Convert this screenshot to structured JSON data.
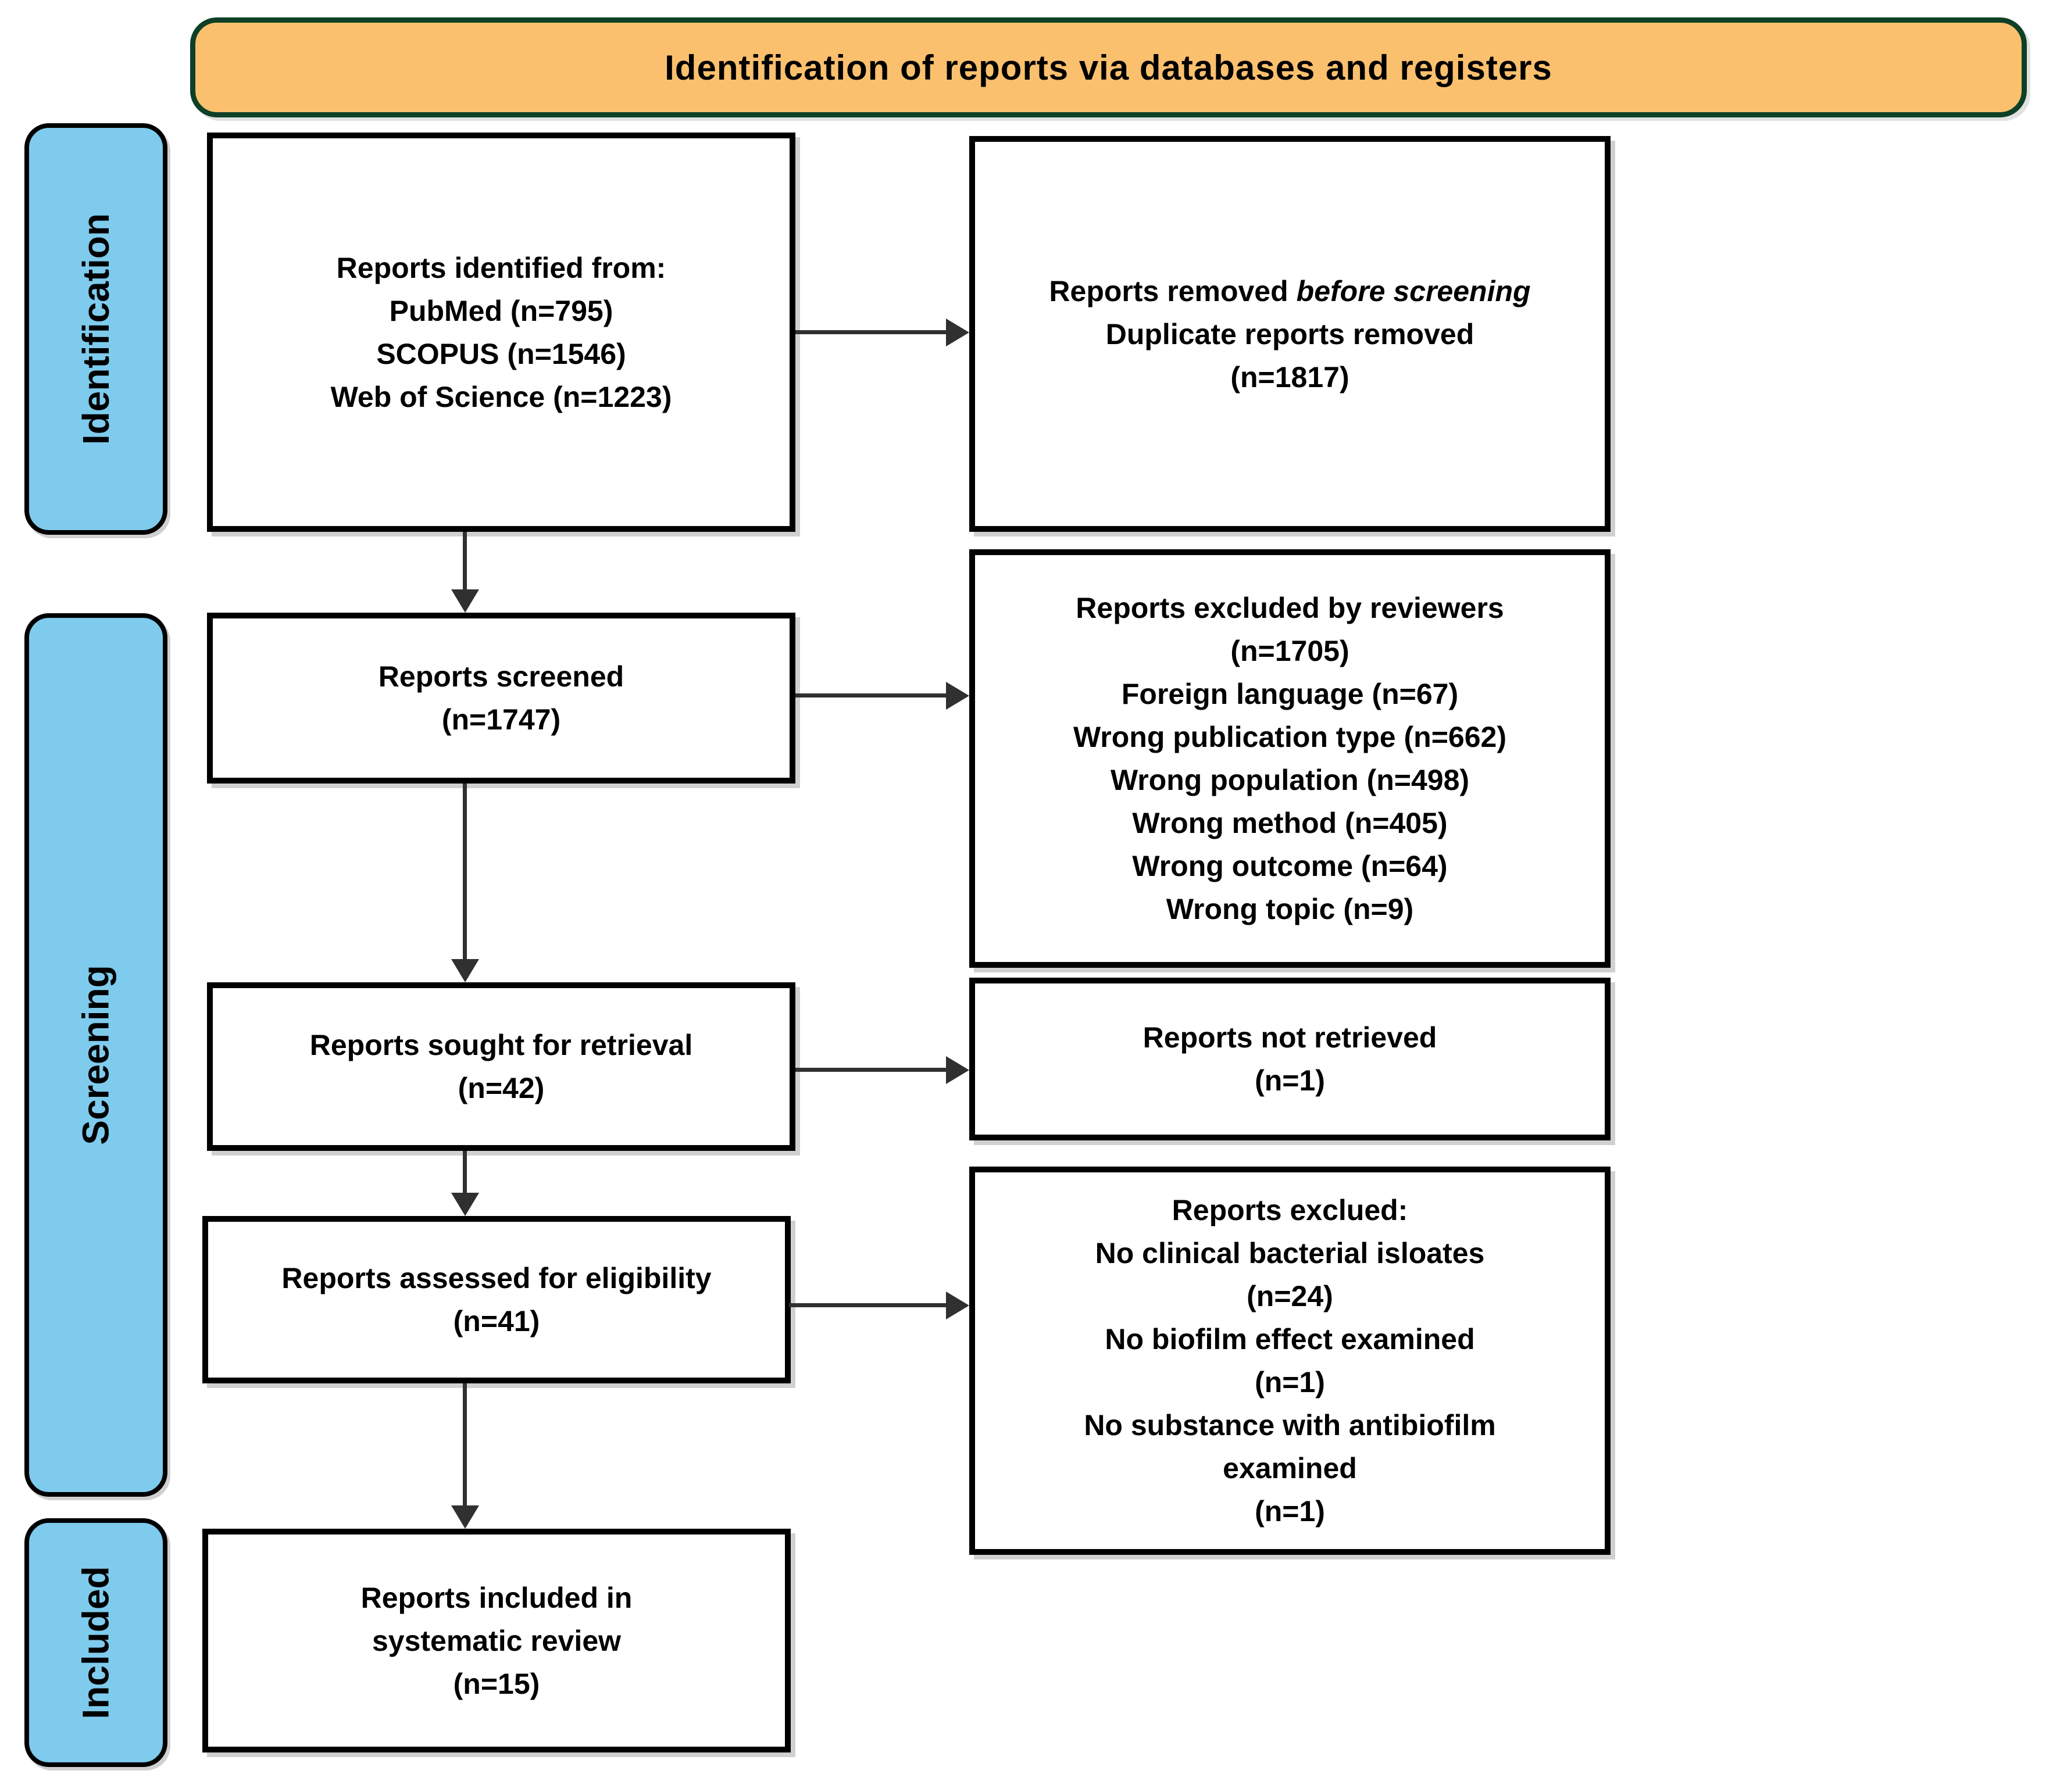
{
  "banner": {
    "title": "Identification of reports via databases and registers"
  },
  "stages": [
    {
      "label": "Identification"
    },
    {
      "label": "Screening"
    },
    {
      "label": "Included"
    }
  ],
  "boxes": {
    "identified": {
      "lines": [
        "Reports identified from:",
        "PubMed (n=795)",
        "SCOPUS (n=1546)",
        "Web of Science (n=1223)"
      ]
    },
    "removed": {
      "line1_prefix": "Reports removed",
      "line1_italic": "before screening",
      "line2": "Duplicate reports removed",
      "line3": "(n=1817)"
    },
    "screened": {
      "lines": [
        "Reports screened",
        "(n=1747)"
      ]
    },
    "excluded_reviewers": {
      "lines": [
        "Reports excluded by reviewers",
        "(n=1705)",
        "Foreign language (n=67)",
        "Wrong publication type (n=662)",
        "Wrong population (n=498)",
        "Wrong method (n=405)",
        "Wrong outcome (n=64)",
        "Wrong topic (n=9)"
      ]
    },
    "sought": {
      "lines": [
        "Reports sought for retrieval",
        "(n=42)"
      ]
    },
    "not_retrieved": {
      "lines": [
        "Reports not retrieved",
        "(n=1)"
      ]
    },
    "assessed": {
      "lines": [
        "Reports assessed for eligibility",
        "(n=41)"
      ]
    },
    "excluded_eligibility": {
      "lines": [
        "Reports exclued:",
        "No clinical bacterial isloates",
        "(n=24)",
        "No biofilm effect examined",
        "(n=1)",
        "No substance with antibiofilm",
        "examined",
        "(n=1)"
      ]
    },
    "included": {
      "lines": [
        "Reports included in",
        "systematic review",
        "(n=15)"
      ]
    }
  },
  "colors": {
    "banner_fill": "#fbc06e",
    "banner_border": "#0d4026",
    "stage_fill": "#7ecbed",
    "box_border": "#000000",
    "arrow": "#303030"
  }
}
